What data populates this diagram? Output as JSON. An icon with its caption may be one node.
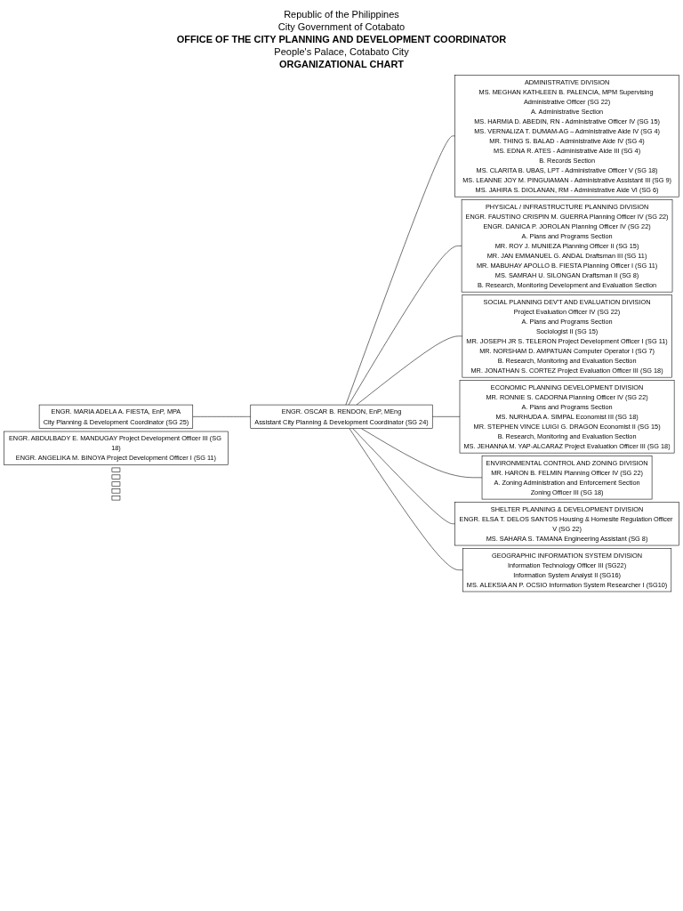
{
  "diagram": {
    "nodes": [
      {
        "text": [
          "ENGR. MARIA ADELA A. FIESTA, EnP, MPA",
          "City Planning & Development Coordinator (SG 25)"
        ]
      },
      {
        "text": [
          "ENGR. OSCAR B. RENDON, EnP, MEng",
          "Assistant City Planning & Development Coordinator (SG 24)"
        ]
      },
      {
        "text": [
          "ADMINISTRATIVE DIVISION",
          "MS. MEGHAN KATHLEEN B. PALENCIA, MPM Supervising Administrative Officer (SG 22)",
          "A. Administrative Section",
          "MS. HARMIA D. ABEDIN, RN - Administrative Officer IV (SG 15)",
          "MS. VERNALIZA T. DUMAM-AG – Administrative Aide IV (SG 4)",
          "MR. THING S. BALAD - Administrative Aide IV (SG 4)",
          "MS. EDNA R. ATES - Administrative Aide III (SG 4)",
          "B. Records Section",
          "MS. CLARITA B. UBAS, LPT - Administrative Officer V (SG 18)",
          "MS. LEANNE JOY M. PINGUIAMAN - Administrative Assistant III (SG 9)",
          "MS. JAHIRA S. DIOLANAN, RM - Administrative Aide VI (SG 6)"
        ]
      },
      {
        "text": [
          "PHYSICAL / INFRASTRUCTURE PLANNING DIVISION",
          "ENGR. FAUSTINO CRISPIN M. GUERRA Planning Officer IV (SG 22)",
          "ENGR. DANICA P. JOROLAN Planning Officer IV (SG 22)",
          "A. Plans and Programs Section",
          "MR. ROY J. MUNIEZA Planning Officer II (SG 15)",
          "MR. JAN EMMANUEL G. ANDAL Draftsman III (SG 11)",
          "MR. MABUHAY APOLLO B. FIESTA Planning Officer I (SG 11)",
          "MS. SAMRAH U. SILONGAN Draftsman II (SG 8)",
          "B. Research, Monitoring Development and Evaluation Section"
        ]
      },
      {
        "text": [
          "SOCIAL PLANNING DEV'T AND EVALUATION DIVISION",
          "Project Evaluation Officer IV (SG 22)",
          "A. Plans and Programs Section",
          "Sociologist II (SG 15)",
          "MR. JOSEPH JR S. TELERON Project Development Officer I (SG 11)",
          "MR. NORSHAM D. AMPATUAN Computer Operator I (SG 7)",
          "B. Research, Monitoring and Evaluation Section",
          "MR. JONATHAN S. CORTEZ Project Evaluation Officer III (SG 18)"
        ]
      },
      {
        "text": [
          "ECONOMIC PLANNING DEVELOPMENT DIVISION",
          "MR. RONNIE S. CADORNA Planning Officer IV (SG 22)",
          "A. Plans and Programs Section",
          "MS. NURHUDA A. SIMPAL Economist III (SG 18)",
          "MR. STEPHEN VINCE LUIGI G. DRAGON Economist II (SG 15)",
          "B. Research, Monitoring and Evaluation Section",
          "MS. JEHANNA M. YAP-ALCARAZ Project Evaluation Officer III (SG 18)"
        ]
      },
      {
        "text": [
          "ENVIRONMENTAL CONTROL AND ZONING DIVISION",
          "MR. HARON B. FELMIN Planning Officer IV (SG 22)",
          "A. Zoning Administration and Enforcement Section",
          "Zoning Officer III (SG 18)"
        ]
      },
      {
        "text": [
          "SHELTER PLANNING & DEVELOPMENT DIVISION",
          "ENGR. ELSA T. DELOS SANTOS Housing & Homesite Regulation Officer V (SG 22)",
          "MS. SAHARA S. TAMANA Engineering Assistant (SG 8)"
        ]
      },
      {
        "text": [
          "GEOGRAPHIC INFORMATION SYSTEM DIVISION",
          "Information Technology Officer III (SG22)",
          "Information System Analyst II (SG16)",
          "MS. ALEKSIA AN P. OCSIO Information System Researcher I (SG10)"
        ]
      },
      {
        "text": [
          "ENGR. ABDULBADY E. MANDUGAY Project Development Officer III (SG 18)",
          "ENGR. ANGELIKA M. BINOYA Project Development Officer I (SG 11)"
        ]
      },
      {
        "text": [],
        "shape": "box"
      },
      {
        "text": [],
        "shape": "box"
      },
      {
        "text": [],
        "shape": "box"
      },
      {
        "text": [],
        "shape": "box"
      },
      {
        "text": [],
        "shape": "box"
      }
    ],
    "edges": [
      {
        "from": 0,
        "to": 1,
        "arrow": "none"
      },
      {
        "from": 1,
        "to": 2,
        "arrow": "none"
      },
      {
        "from": 1,
        "to": 3,
        "arrow": "none"
      },
      {
        "from": 1,
        "to": 4,
        "arrow": "none"
      },
      {
        "from": 1,
        "to": 5,
        "arrow": "none"
      },
      {
        "from": 1,
        "to": 6,
        "arrow": "none"
      },
      {
        "from": 1,
        "to": 7,
        "arrow": "none"
      },
      {
        "from": 1,
        "to": 8,
        "arrow": "none"
      }
    ],
    "labels": [
      "Republic of the Philippines",
      "City Government of Cotabato",
      "OFFICE OF THE CITY PLANNING AND DEVELOPMENT COORDINATOR",
      "People's Palace, Cotabato City",
      "ORGANIZATIONAL CHART"
    ]
  }
}
